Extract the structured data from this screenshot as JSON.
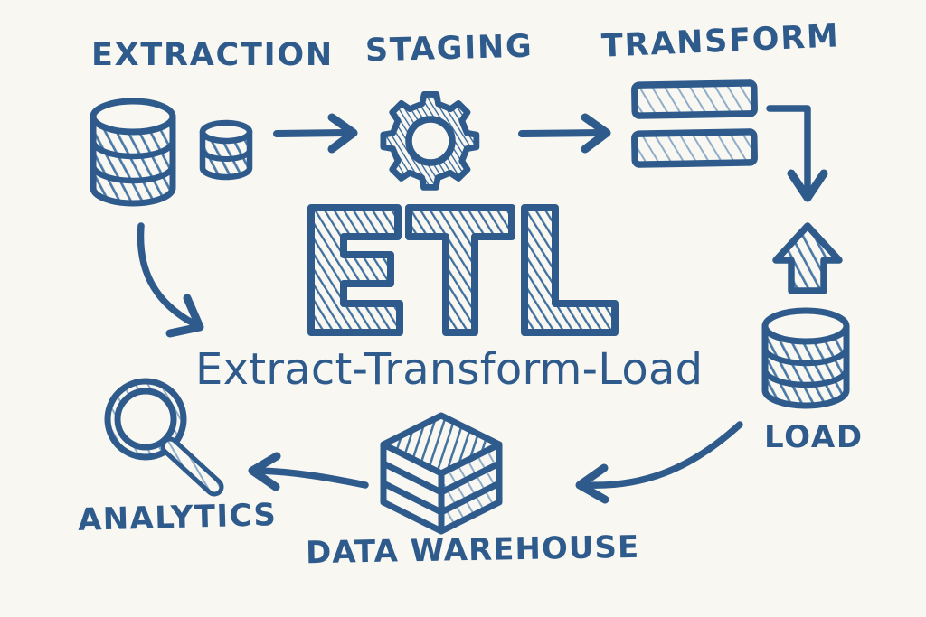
{
  "diagram": {
    "title": "ETL",
    "subtitle": "Extract-Transform-Load",
    "background_color": "#f8f7f1",
    "ink_color": "#2e5b8c",
    "ink_color_light": "#6e93b8",
    "style": "hand-drawn sketch infographic"
  },
  "stages": {
    "extraction": {
      "label": "EXTRACTION",
      "icon": "database-cylinders-icon",
      "description": "two stacked database cylinders, one large with three bands and one small with two bands"
    },
    "staging": {
      "label": "STAGING",
      "icon": "gear-icon",
      "description": "hatched gear wheel with hollow hub"
    },
    "transform": {
      "label": "TRANSFORM",
      "icon": "equals-bars-icon",
      "description": "two horizontal hatched bars resembling an equals sign"
    },
    "load": {
      "label": "LOAD",
      "icon": "database-upload-icon",
      "description": "up arrow above a three band database cylinder"
    },
    "data_warehouse": {
      "label": "DATA WAREHOUSE",
      "icon": "cube-stack-icon",
      "description": "isometric cube built from stacked layers"
    },
    "analytics": {
      "label": "ANALYTICS",
      "icon": "magnifier-icon",
      "description": "magnifying glass with handle pointing lower right"
    }
  },
  "connectors": [
    {
      "name": "extraction-to-staging",
      "icon": "arrow-right-icon",
      "from": "extraction",
      "to": "staging"
    },
    {
      "name": "staging-to-transform",
      "icon": "arrow-right-icon",
      "from": "staging",
      "to": "transform"
    },
    {
      "name": "transform-to-load",
      "icon": "arrow-elbow-down-icon",
      "from": "transform",
      "to": "load"
    },
    {
      "name": "extraction-to-etl",
      "icon": "arrow-curved-down-icon",
      "from": "extraction",
      "to": "etl-title"
    },
    {
      "name": "load-to-data-warehouse",
      "icon": "arrow-curved-left-icon",
      "from": "load",
      "to": "data_warehouse"
    },
    {
      "name": "data-warehouse-to-analytics",
      "icon": "arrow-curved-left-icon",
      "from": "data_warehouse",
      "to": "analytics"
    }
  ]
}
